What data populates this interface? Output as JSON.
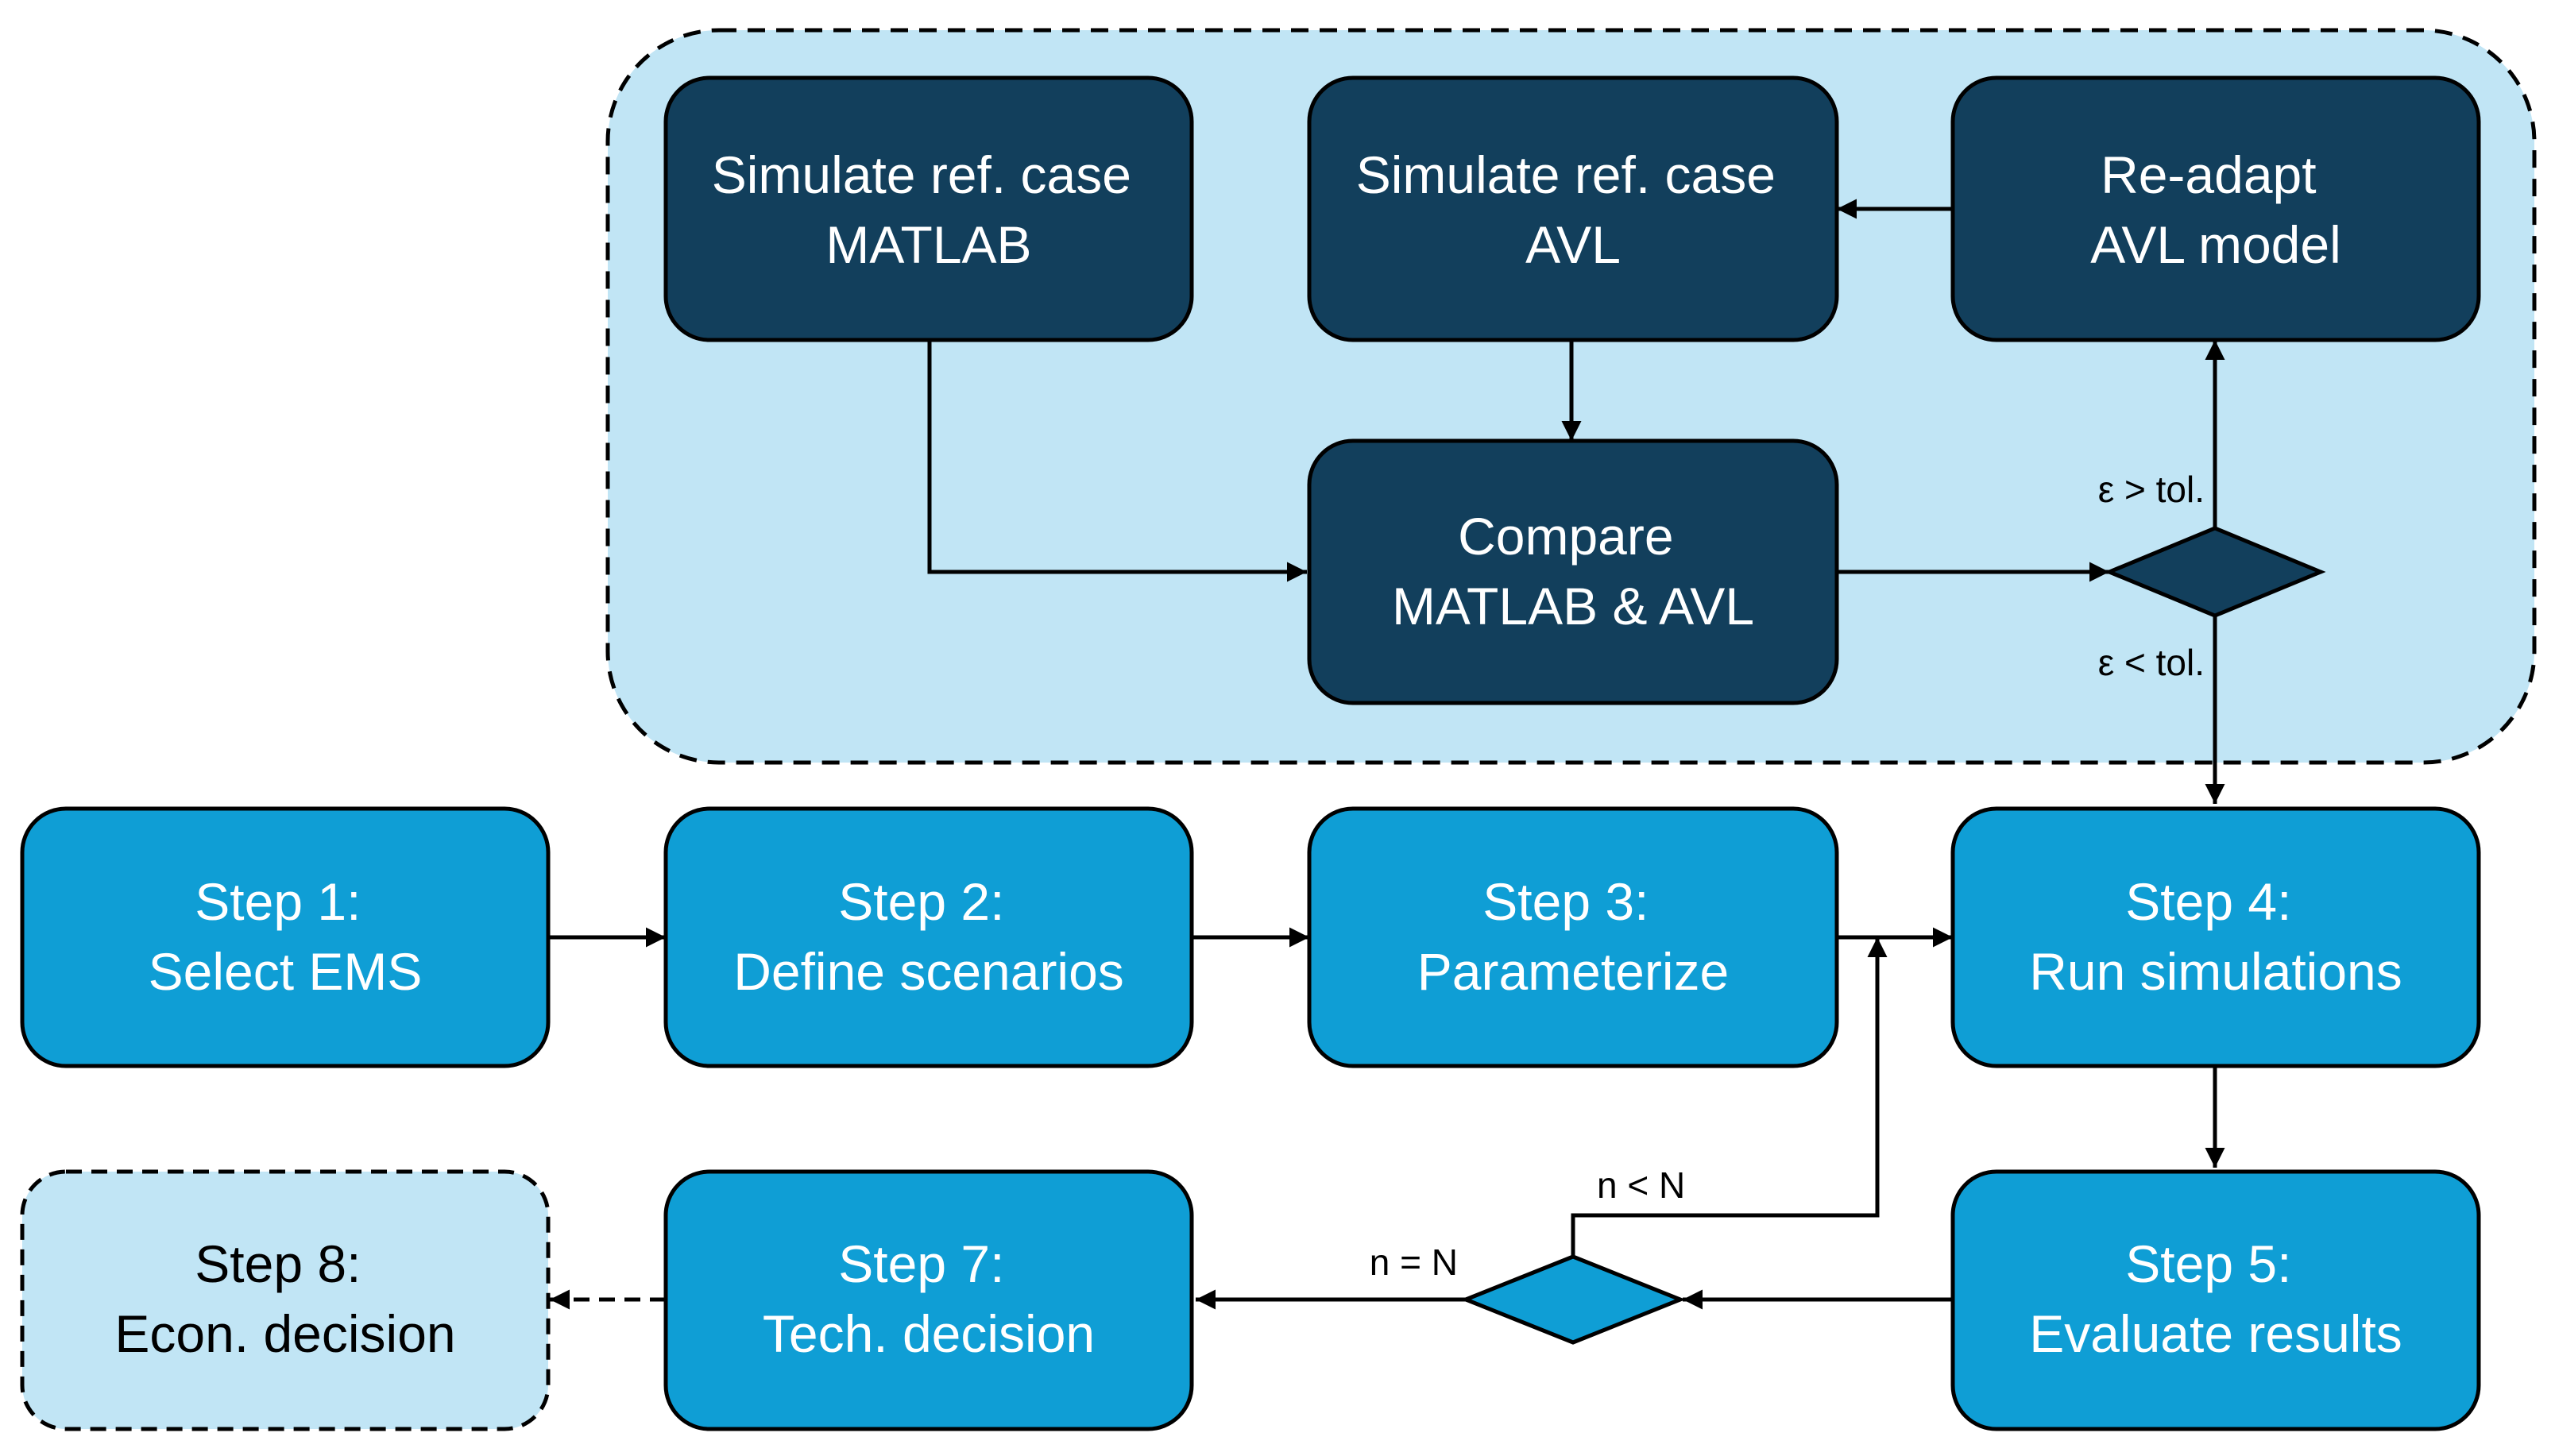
{
  "colors": {
    "dark_box": "#123F5C",
    "step_box": "#0F9ED5",
    "light_box": "#C1E5F5",
    "group_bg": "#C1E5F5",
    "stroke": "#000000",
    "text_light": "#FFFFFF",
    "text_dark": "#000000"
  },
  "validation": {
    "sim_matlab": {
      "line1": "Simulate ref. case",
      "line2": "MATLAB"
    },
    "sim_avl": {
      "line1": "Simulate ref. case",
      "line2": "AVL"
    },
    "readapt": {
      "line1": "Re-adapt",
      "line2": "AVL model"
    },
    "compare": {
      "line1": "Compare",
      "line2": "MATLAB & AVL"
    },
    "gt_tol": "ε > tol.",
    "lt_tol": "ε < tol."
  },
  "steps": {
    "s1": {
      "line1": "Step 1:",
      "line2": "Select EMS"
    },
    "s2": {
      "line1": "Step 2:",
      "line2": "Define scenarios"
    },
    "s3": {
      "line1": "Step 3:",
      "line2": "Parameterize"
    },
    "s4": {
      "line1": "Step 4:",
      "line2": "Run simulations"
    },
    "s5": {
      "line1": "Step 5:",
      "line2": "Evaluate results"
    },
    "s7": {
      "line1": "Step 7:",
      "line2": "Tech. decision"
    },
    "s8": {
      "line1": "Step 8:",
      "line2": "Econ. decision"
    }
  },
  "loop": {
    "less": "n < N",
    "equal": "n = N"
  }
}
